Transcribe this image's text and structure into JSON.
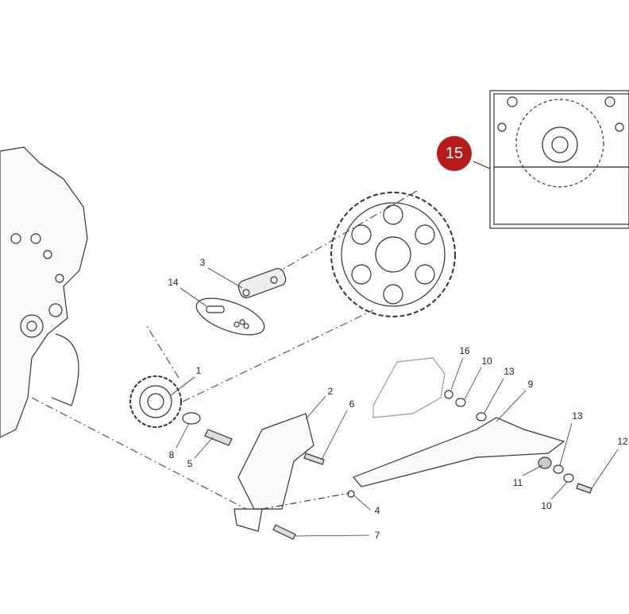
{
  "diagram": {
    "callouts": [
      {
        "id": "1",
        "label": "1"
      },
      {
        "id": "2",
        "label": "2"
      },
      {
        "id": "3",
        "label": "3"
      },
      {
        "id": "4",
        "label": "4"
      },
      {
        "id": "5",
        "label": "5"
      },
      {
        "id": "6",
        "label": "6"
      },
      {
        "id": "7",
        "label": "7"
      },
      {
        "id": "8",
        "label": "8"
      },
      {
        "id": "9",
        "label": "9"
      },
      {
        "id": "10a",
        "label": "10"
      },
      {
        "id": "10b",
        "label": "10"
      },
      {
        "id": "11",
        "label": "11"
      },
      {
        "id": "12",
        "label": "12"
      },
      {
        "id": "13a",
        "label": "13"
      },
      {
        "id": "13b",
        "label": "13"
      },
      {
        "id": "14",
        "label": "14"
      },
      {
        "id": "16",
        "label": "16"
      }
    ],
    "highlight": {
      "label": "15",
      "color": "#b71c1c"
    }
  }
}
